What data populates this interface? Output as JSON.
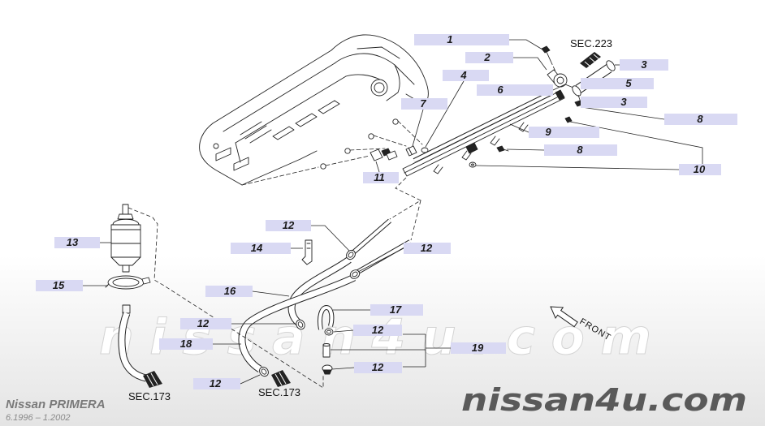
{
  "diagram": {
    "vehicle": "Nissan PRIMERA",
    "period": "6.1996 – 1.2002",
    "watermark": "nissan4u.com"
  },
  "callouts": [
    "1",
    "2",
    "3",
    "5",
    "3",
    "4",
    "6",
    "7",
    "8",
    "9",
    "8",
    "10",
    "11",
    "12",
    "14",
    "12",
    "13",
    "15",
    "16",
    "17",
    "12",
    "12",
    "18",
    "19",
    "12",
    "12"
  ],
  "section_refs": [
    "SEC.223",
    "SEC.173",
    "SEC.173"
  ],
  "direction": {
    "label": "FRONT",
    "icon": "front-arrow-icon"
  },
  "colors": {
    "callout_fill": "#d9d9f3",
    "line": "#222222",
    "watermark": "#5a5a5a",
    "background_bottom": "#e4e4e4"
  }
}
